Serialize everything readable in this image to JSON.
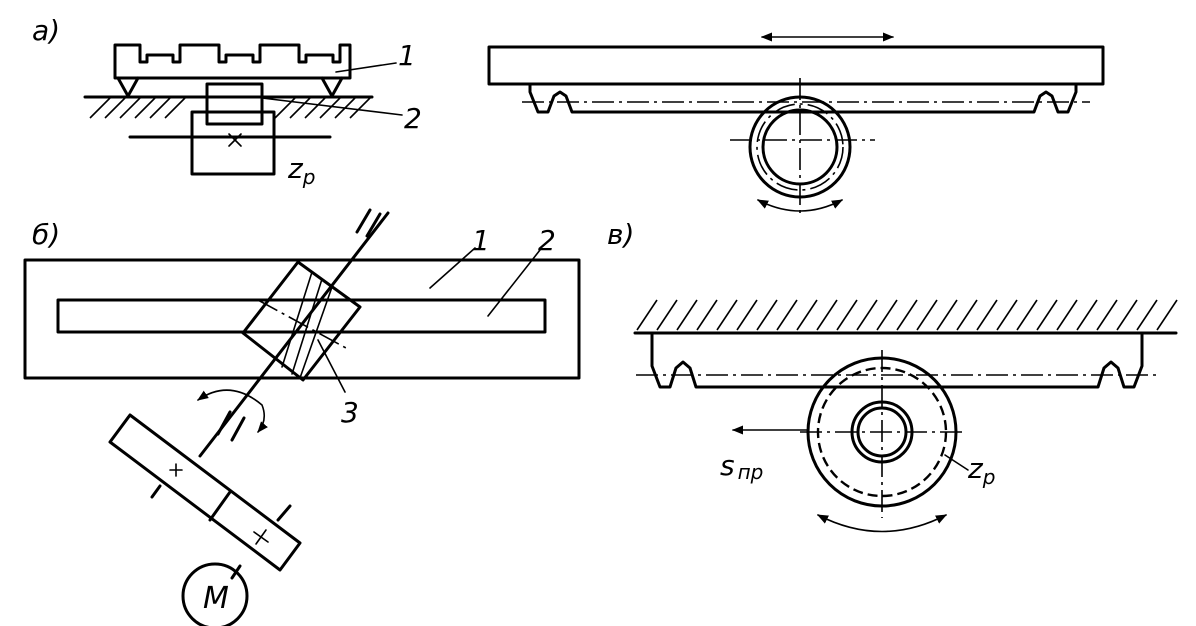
{
  "labels": {
    "a": "а)",
    "b": "б)",
    "v": "в)",
    "a1": "1",
    "a2": "2",
    "azp": "z",
    "azp_sub": "p",
    "b1": "1",
    "b2": "2",
    "b3": "3",
    "motor": "M",
    "spr": "s",
    "spr_sub": "пр",
    "vzp": "z",
    "vzp_sub": "p"
  }
}
